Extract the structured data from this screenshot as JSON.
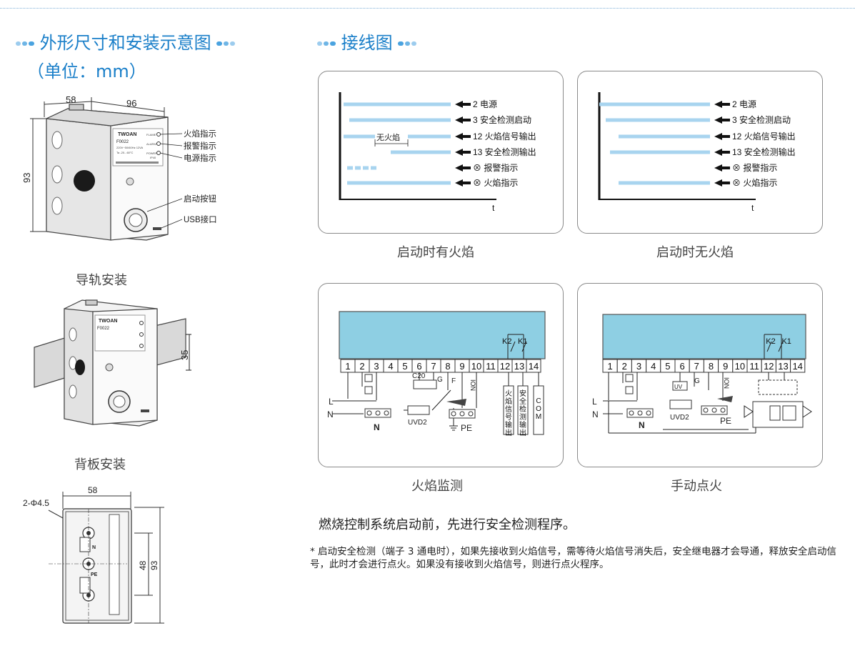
{
  "header": {
    "left_title": "外形尺寸和安装示意图",
    "unit": "（单位：mm）",
    "right_title": "接线图"
  },
  "device": {
    "brand": "TWOAN",
    "model": "F0022",
    "spec_line1": "220V~50/60Hz 12VA",
    "spec_line2": "Ta -20...60°C",
    "ip": "IP40",
    "led_flame": "FLAME",
    "led_alarm": "ALARM",
    "led_power": "POWER",
    "dim_58": "58",
    "dim_96": "96",
    "dim_93": "93",
    "callouts": [
      "火焰指示",
      "报警指示",
      "电源指示",
      "启动按钮",
      "USB接口"
    ]
  },
  "rail_mount": {
    "caption": "导轨安装",
    "dim": "35"
  },
  "back_mount": {
    "caption": "背板安装",
    "hole": "2-Φ4.5",
    "dim_58": "58",
    "dim_48": "48",
    "dim_93": "93",
    "label_n": "N",
    "label_pe": "PE"
  },
  "timing": {
    "left_caption": "启动时有火焰",
    "right_caption": "启动时无火焰",
    "axis_t": "t",
    "no_flame_label": "无火焰",
    "signals": [
      "2 电源",
      "3 安全检测启动",
      "12 火焰信号输出",
      "13 安全检测输出",
      "⊗ 报警指示",
      "⊗ 火焰指示"
    ]
  },
  "wiring": {
    "left_caption": "火焰监测",
    "right_caption": "手动点火",
    "terminals": [
      "1",
      "2",
      "3",
      "4",
      "5",
      "6",
      "7",
      "8",
      "9",
      "10",
      "11",
      "12",
      "13",
      "14"
    ],
    "relay_k2": "K2",
    "relay_k1": "K1",
    "label_l": "L",
    "label_n": "N",
    "label_pe": "PE",
    "label_c20": "C20",
    "label_g": "G",
    "label_f": "F",
    "label_ion": "ION",
    "label_uvd2": "UVD2",
    "label_uv": "UV",
    "out_flame": "火焰信号输出",
    "out_safety": "安全检测输出",
    "out_com": "COM"
  },
  "notes": {
    "main": "燃烧控制系统启动前，先进行安全检测程序。",
    "detail": "* 启动安全检测（端子 3 通电时），如果先接收到火焰信号，需等待火焰信号消失后，安全继电器才会导通，释放安全启动信号，此时才会进行点火。如果没有接收到火焰信号，则进行点火程序。"
  },
  "colors": {
    "accent": "#1a7fc9",
    "signal_bar": "#a8d4ef",
    "relay_box": "#8ecfe3"
  }
}
